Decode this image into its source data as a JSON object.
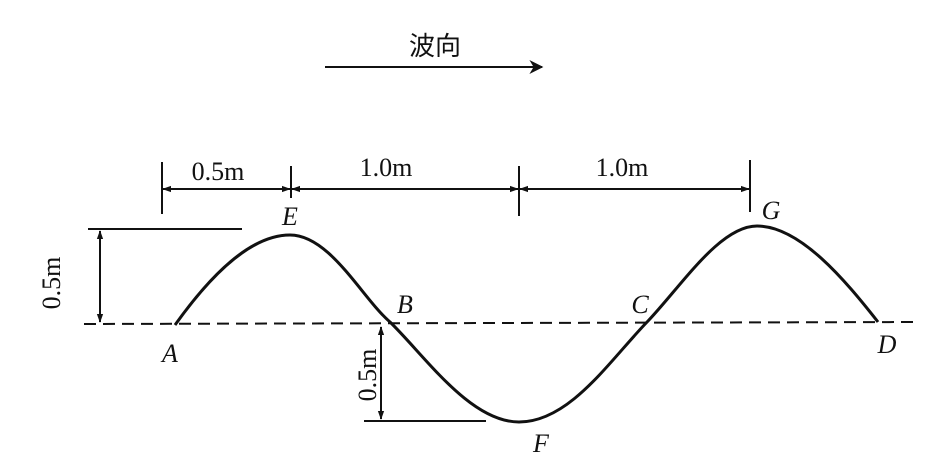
{
  "wave_direction_label": "波向",
  "dimensions": {
    "top_seg1": "0.5m",
    "top_seg2": "1.0m",
    "top_seg3": "1.0m",
    "crest_height": "0.5m",
    "trough_depth": "0.5m"
  },
  "points": {
    "A": "A",
    "B": "B",
    "C": "C",
    "D": "D",
    "E": "E",
    "F": "F",
    "G": "G"
  },
  "colors": {
    "ink": "#111111",
    "background": "#ffffff"
  }
}
